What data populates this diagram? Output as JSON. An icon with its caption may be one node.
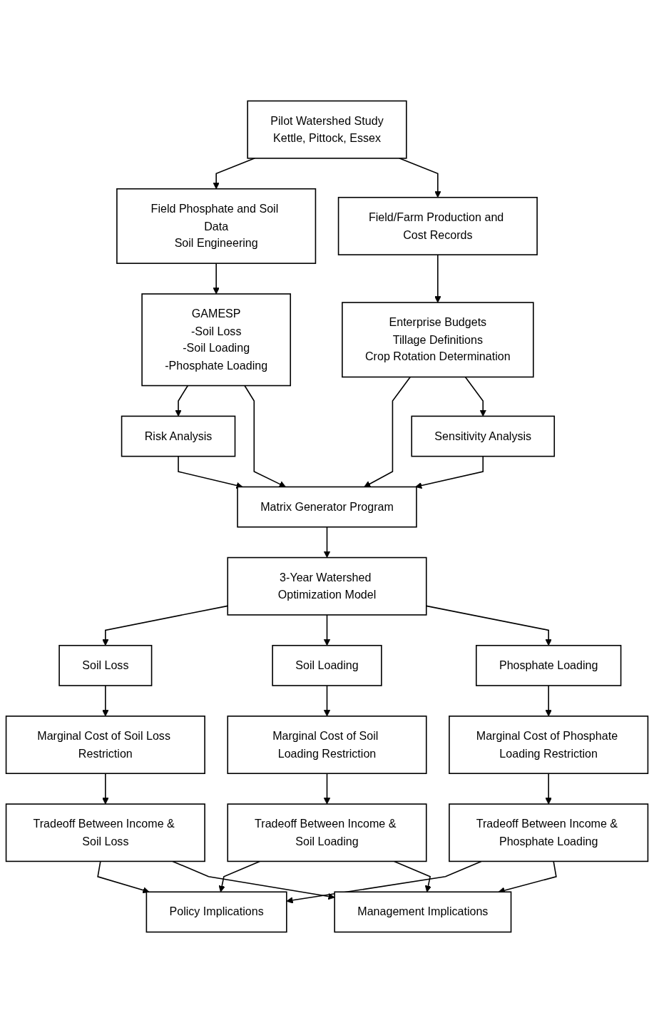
{
  "diagram": {
    "nodes": [
      {
        "text": [
          "Pilot Watershed Study",
          "Kettle, Pittock, Essex"
        ]
      },
      {
        "text": [
          "Field Phosphate and Soil Data",
          "Soil Engineering"
        ]
      },
      {
        "text": [
          "Field/Farm Production and Cost Records"
        ]
      },
      {
        "text": [
          "GAMESP",
          "-Soil Loss",
          "-Soil Loading",
          "-Phosphate Loading"
        ]
      },
      {
        "text": [
          "Enterprise Budgets",
          "Tillage Definitions",
          "Crop Rotation Determination"
        ]
      },
      {
        "text": [
          "Risk Analysis"
        ]
      },
      {
        "text": [
          "Matrix Generator Program"
        ]
      },
      {
        "text": [
          "Sensitivity Analysis"
        ]
      },
      {
        "text": [
          "3-Year Watershed Optimization Model"
        ]
      },
      {
        "text": [
          "Soil Loss"
        ]
      },
      {
        "text": [
          "Soil Loading"
        ]
      },
      {
        "text": [
          "Phosphate Loading"
        ]
      },
      {
        "text": [
          "Marginal Cost of Soil Loss Restriction"
        ]
      },
      {
        "text": [
          "Marginal Cost of Soil Loading Restriction"
        ]
      },
      {
        "text": [
          "Marginal Cost of Phosphate Loading Restriction"
        ]
      },
      {
        "text": [
          "Tradeoff Between Income & Soil Loss"
        ]
      },
      {
        "text": [
          "Tradeoff Between Income & Soil Loading"
        ]
      },
      {
        "text": [
          "Tradeoff Between Income & Phosphate Loading"
        ]
      },
      {
        "text": [
          "Policy Implications"
        ]
      },
      {
        "text": [
          "Management Implications"
        ]
      }
    ],
    "edges": [
      {
        "from": 0,
        "to": 1,
        "arrow": "to"
      },
      {
        "from": 0,
        "to": 2,
        "arrow": "to"
      },
      {
        "from": 1,
        "to": 3,
        "arrow": "to"
      },
      {
        "from": 2,
        "to": 4,
        "arrow": "to"
      },
      {
        "from": 3,
        "to": 5,
        "arrow": "to"
      },
      {
        "from": 3,
        "to": 6,
        "arrow": "to"
      },
      {
        "from": 4,
        "to": 6,
        "arrow": "to"
      },
      {
        "from": 4,
        "to": 7,
        "arrow": "to"
      },
      {
        "from": 5,
        "to": 6,
        "arrow": "to"
      },
      {
        "from": 7,
        "to": 6,
        "arrow": "to"
      },
      {
        "from": 6,
        "to": 8,
        "arrow": "to"
      },
      {
        "from": 8,
        "to": 9,
        "arrow": "to"
      },
      {
        "from": 8,
        "to": 10,
        "arrow": "to"
      },
      {
        "from": 8,
        "to": 11,
        "arrow": "to"
      },
      {
        "from": 9,
        "to": 12,
        "arrow": "to"
      },
      {
        "from": 10,
        "to": 13,
        "arrow": "to"
      },
      {
        "from": 11,
        "to": 14,
        "arrow": "to"
      },
      {
        "from": 12,
        "to": 15,
        "arrow": "to"
      },
      {
        "from": 13,
        "to": 16,
        "arrow": "to"
      },
      {
        "from": 14,
        "to": 17,
        "arrow": "to"
      },
      {
        "from": 15,
        "to": 18,
        "arrow": "to"
      },
      {
        "from": 15,
        "to": 19,
        "arrow": "to"
      },
      {
        "from": 16,
        "to": 18,
        "arrow": "to"
      },
      {
        "from": 16,
        "to": 19,
        "arrow": "to"
      },
      {
        "from": 17,
        "to": 18,
        "arrow": "to"
      },
      {
        "from": 17,
        "to": 19,
        "arrow": "to"
      }
    ]
  }
}
